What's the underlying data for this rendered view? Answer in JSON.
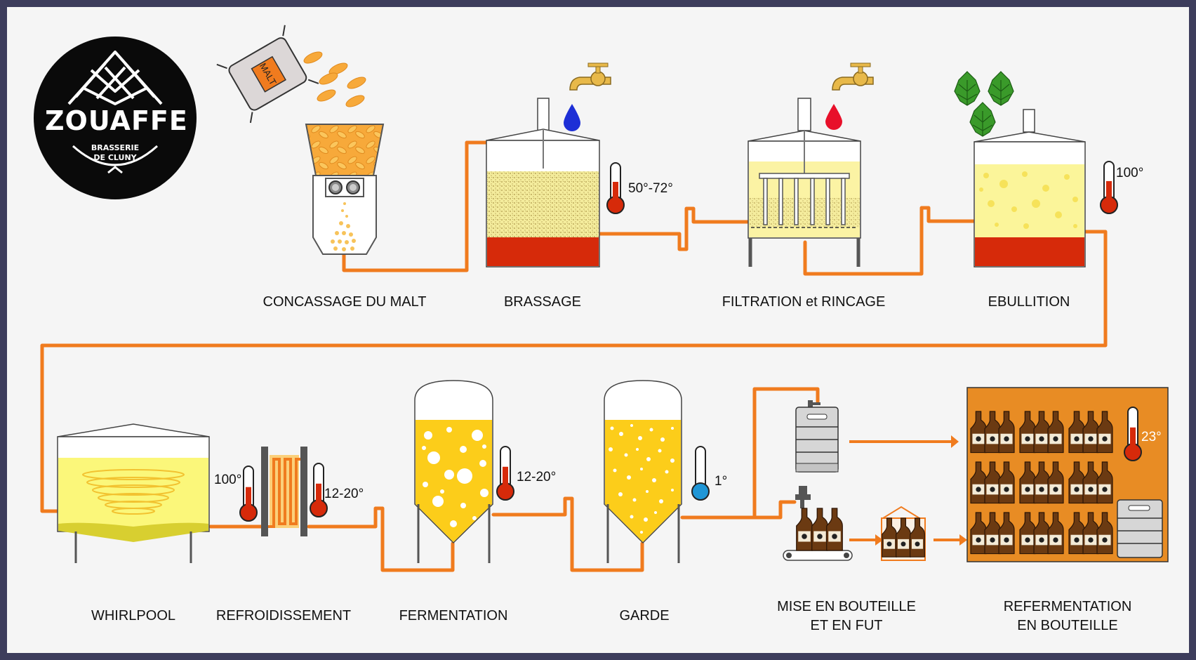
{
  "brand": {
    "name": "ZOUAFFE",
    "line1": "BRASSERIE",
    "line2": "DE CLUNY"
  },
  "bag_label": "MALT",
  "colors": {
    "pipe": "#f07b1e",
    "border": "#3d3d5c",
    "background": "#f5f5f5",
    "hot": "#d62a0a",
    "cold": "#1f96d6",
    "beer": "#fccd1a",
    "wort": "#fbf59a"
  },
  "steps": [
    {
      "id": "concassage",
      "label": "CONCASSAGE DU MALT"
    },
    {
      "id": "brassage",
      "label": "BRASSAGE",
      "temp": "50°-72°"
    },
    {
      "id": "filtration",
      "label": "FILTRATION et RINCAGE"
    },
    {
      "id": "ebullition",
      "label": "EBULLITION",
      "temp": "100°"
    },
    {
      "id": "whirlpool",
      "label": "WHIRLPOOL"
    },
    {
      "id": "refroidissement",
      "label": "REFROIDISSEMENT",
      "temp_in": "100°",
      "temp_out": "12-20°"
    },
    {
      "id": "fermentation",
      "label": "FERMENTATION",
      "temp": "12-20°"
    },
    {
      "id": "garde",
      "label": "GARDE",
      "temp": "1°"
    },
    {
      "id": "mise",
      "label_line1": "MISE EN BOUTEILLE",
      "label_line2": "ET EN FUT"
    },
    {
      "id": "refermentation",
      "label_line1": "REFERMENTATION",
      "label_line2": "EN BOUTEILLE",
      "temp": "23°"
    }
  ]
}
